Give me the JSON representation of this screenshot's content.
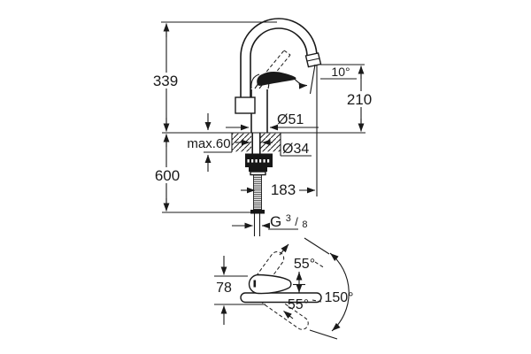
{
  "side_view": {
    "height_total": "339",
    "spout_height": "210",
    "spout_angle": "10°",
    "body_diameter": "Ø51",
    "deck_thickness": "max.60",
    "hole_diameter": "Ø34",
    "hose_length": "600",
    "spout_projection": "183",
    "thread": {
      "prefix": "G",
      "numerator": "3",
      "slash": "/",
      "denominator": "8"
    }
  },
  "top_view": {
    "body_width": "78",
    "handle_swing_up": "55°",
    "handle_swing_down": "55°",
    "swivel_range": "150°"
  },
  "colors": {
    "line": "#1a1a1a",
    "background": "#ffffff"
  }
}
